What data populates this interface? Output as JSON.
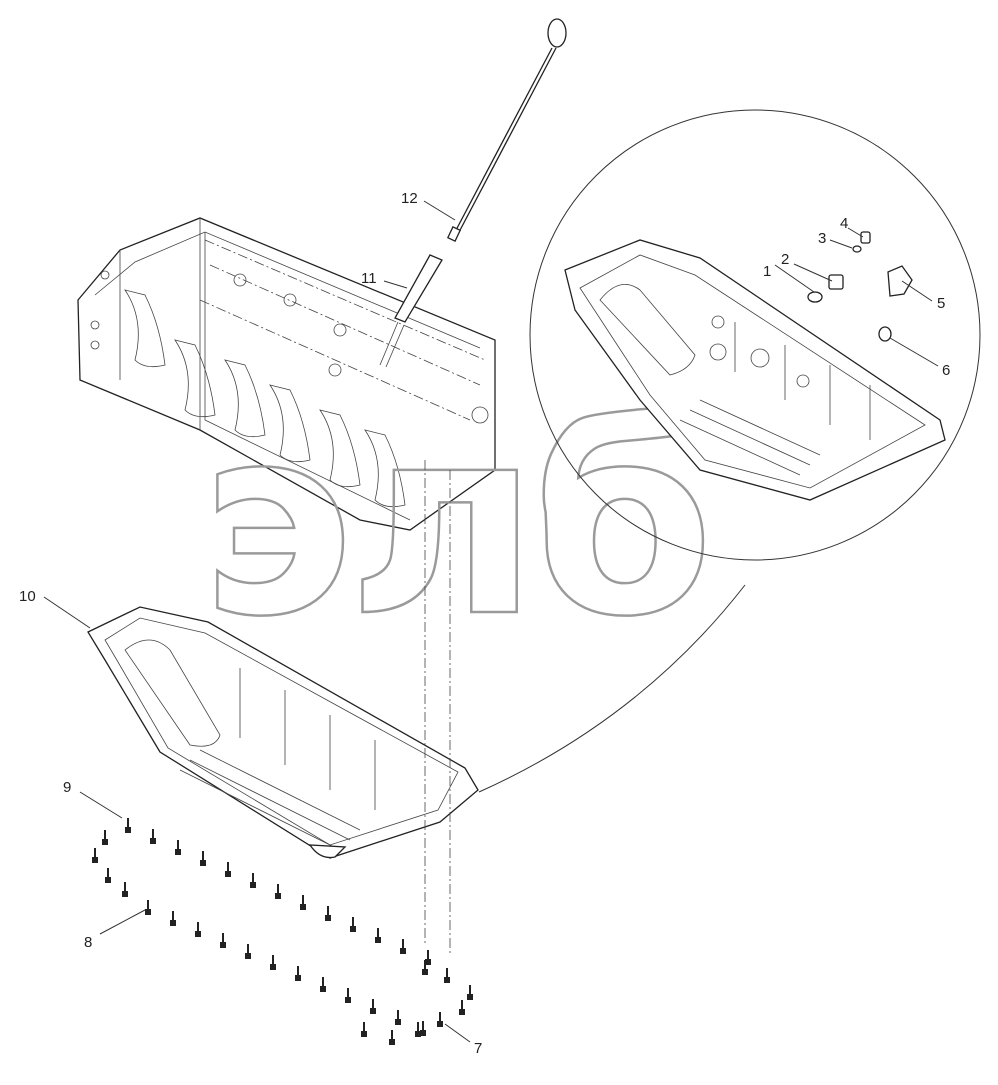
{
  "diagram": {
    "watermark": "элб",
    "watermark_mark": "™",
    "callouts": [
      {
        "id": "c1",
        "text": "1"
      },
      {
        "id": "c2",
        "text": "2"
      },
      {
        "id": "c3",
        "text": "3"
      },
      {
        "id": "c4",
        "text": "4"
      },
      {
        "id": "c5",
        "text": "5"
      },
      {
        "id": "c6",
        "text": "6"
      },
      {
        "id": "c7",
        "text": "7"
      },
      {
        "id": "c8",
        "text": "8"
      },
      {
        "id": "c9",
        "text": "9"
      },
      {
        "id": "c10",
        "text": "10"
      },
      {
        "id": "c11",
        "text": "11"
      },
      {
        "id": "c12",
        "text": "12"
      }
    ]
  }
}
